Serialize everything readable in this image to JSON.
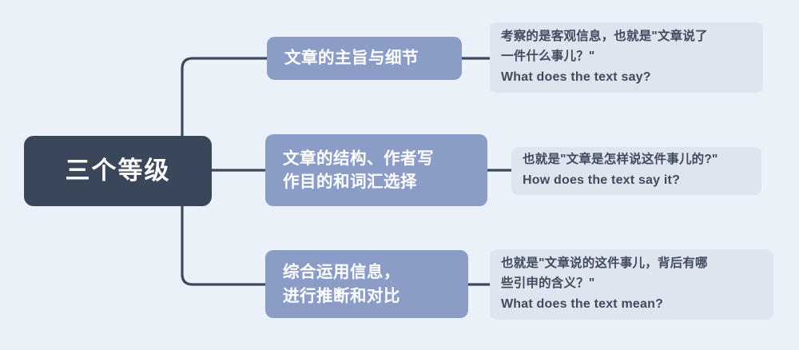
{
  "diagram": {
    "title": "三个等级",
    "type": "mind-map",
    "colors": {
      "background": "#eaf1f9",
      "root_fill": "#3a4659",
      "root_text": "#ffffff",
      "branch_fill": "#8b9dc7",
      "branch_text": "#ffffff",
      "leaf_fill": "#dfe5ee",
      "leaf_text": "#414b5f",
      "connector": "#3c4a60"
    }
  },
  "root": {
    "label": "三个等级"
  },
  "branches": [
    {
      "label_line_1": "文章的主旨与细节",
      "label_line_2": "",
      "note_cn_line_1": "考察的是客观信息，也就是\"文章说了",
      "note_cn_line_2": "一件什么事儿？\"",
      "note_en": "What does the text say?"
    },
    {
      "label_line_1": "文章的结构、作者写",
      "label_line_2": "作目的和词汇选择",
      "note_cn_line_1": "也就是\"文章是怎样说这件事儿的?\"",
      "note_cn_line_2": "",
      "note_en": "How does the text say it?"
    },
    {
      "label_line_1": "综合运用信息，",
      "label_line_2": "进行推断和对比",
      "note_cn_line_1": "也就是\"文章说的这件事儿，背后有哪",
      "note_cn_line_2": "些引申的含义？\"",
      "note_en": "What does the text mean?"
    }
  ]
}
